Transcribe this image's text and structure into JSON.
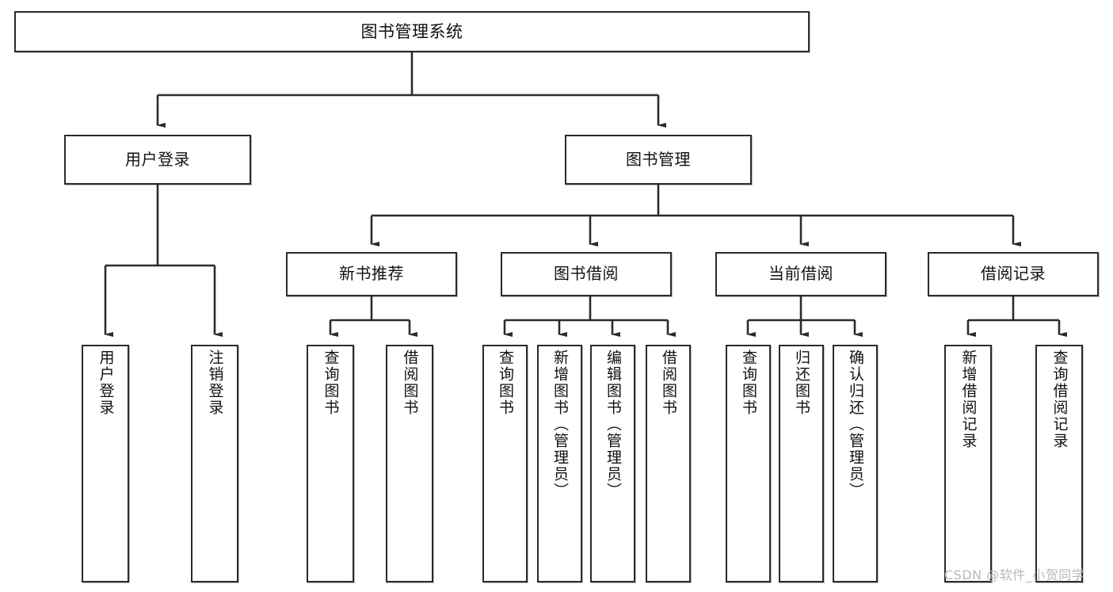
{
  "diagram": {
    "title": "图书管理系统",
    "type": "tree-hierarchy-chart",
    "watermark": "CSDN @软件_小贺同学",
    "colors": {
      "box_border": "#2b2b2b",
      "box_fill": "#ffffff",
      "connector": "#2b2b2b",
      "text": "#111111",
      "watermark": "#b8b8b8",
      "background": "#ffffff"
    },
    "nodes": {
      "root": {
        "label": "图书管理系统"
      },
      "level2": [
        {
          "id": "user-login",
          "label": "用户登录"
        },
        {
          "id": "book-management",
          "label": "图书管理"
        }
      ],
      "level3": [
        {
          "id": "new-book-recommend",
          "label": "新书推荐"
        },
        {
          "id": "book-borrow",
          "label": "图书借阅"
        },
        {
          "id": "current-borrow",
          "label": "当前借阅"
        },
        {
          "id": "borrow-record",
          "label": "借阅记录"
        }
      ],
      "leaves": {
        "user_login": [
          {
            "id": "leaf-user-login",
            "label": "用户登录"
          },
          {
            "id": "leaf-logout",
            "label": "注销登录"
          }
        ],
        "new_book_recommend": [
          {
            "id": "leaf-query-book-1",
            "label": "查询图书"
          },
          {
            "id": "leaf-borrow-book-1",
            "label": "借阅图书"
          }
        ],
        "book_borrow": [
          {
            "id": "leaf-query-book-2",
            "label": "查询图书"
          },
          {
            "id": "leaf-add-book",
            "label": "新增图书（管理员）"
          },
          {
            "id": "leaf-edit-book",
            "label": "编辑图书（管理员）"
          },
          {
            "id": "leaf-borrow-book-2",
            "label": "借阅图书"
          }
        ],
        "current_borrow": [
          {
            "id": "leaf-query-book-3",
            "label": "查询图书"
          },
          {
            "id": "leaf-return-book",
            "label": "归还图书"
          },
          {
            "id": "leaf-confirm-return",
            "label": "确认归还（管理员）"
          }
        ],
        "borrow_record": [
          {
            "id": "leaf-add-record",
            "label": "新增借阅记录"
          },
          {
            "id": "leaf-query-record",
            "label": "查询借阅记录"
          }
        ]
      }
    }
  }
}
